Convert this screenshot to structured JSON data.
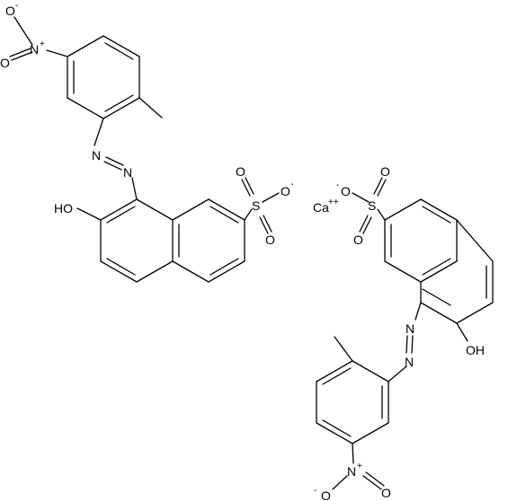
{
  "labels": {
    "o_minus": "O",
    "charge_minus": "-",
    "n_plus": "N",
    "charge_plus": "+",
    "o_double": "O",
    "n_azo": "N",
    "hydroxyl": "HO",
    "hydroxyl_right": "OH",
    "sulfur": "S",
    "calcium": "Ca",
    "calcium_charge": "++"
  },
  "colors": {
    "bond": "#000000",
    "text": "#000000",
    "background": "#ffffff"
  }
}
